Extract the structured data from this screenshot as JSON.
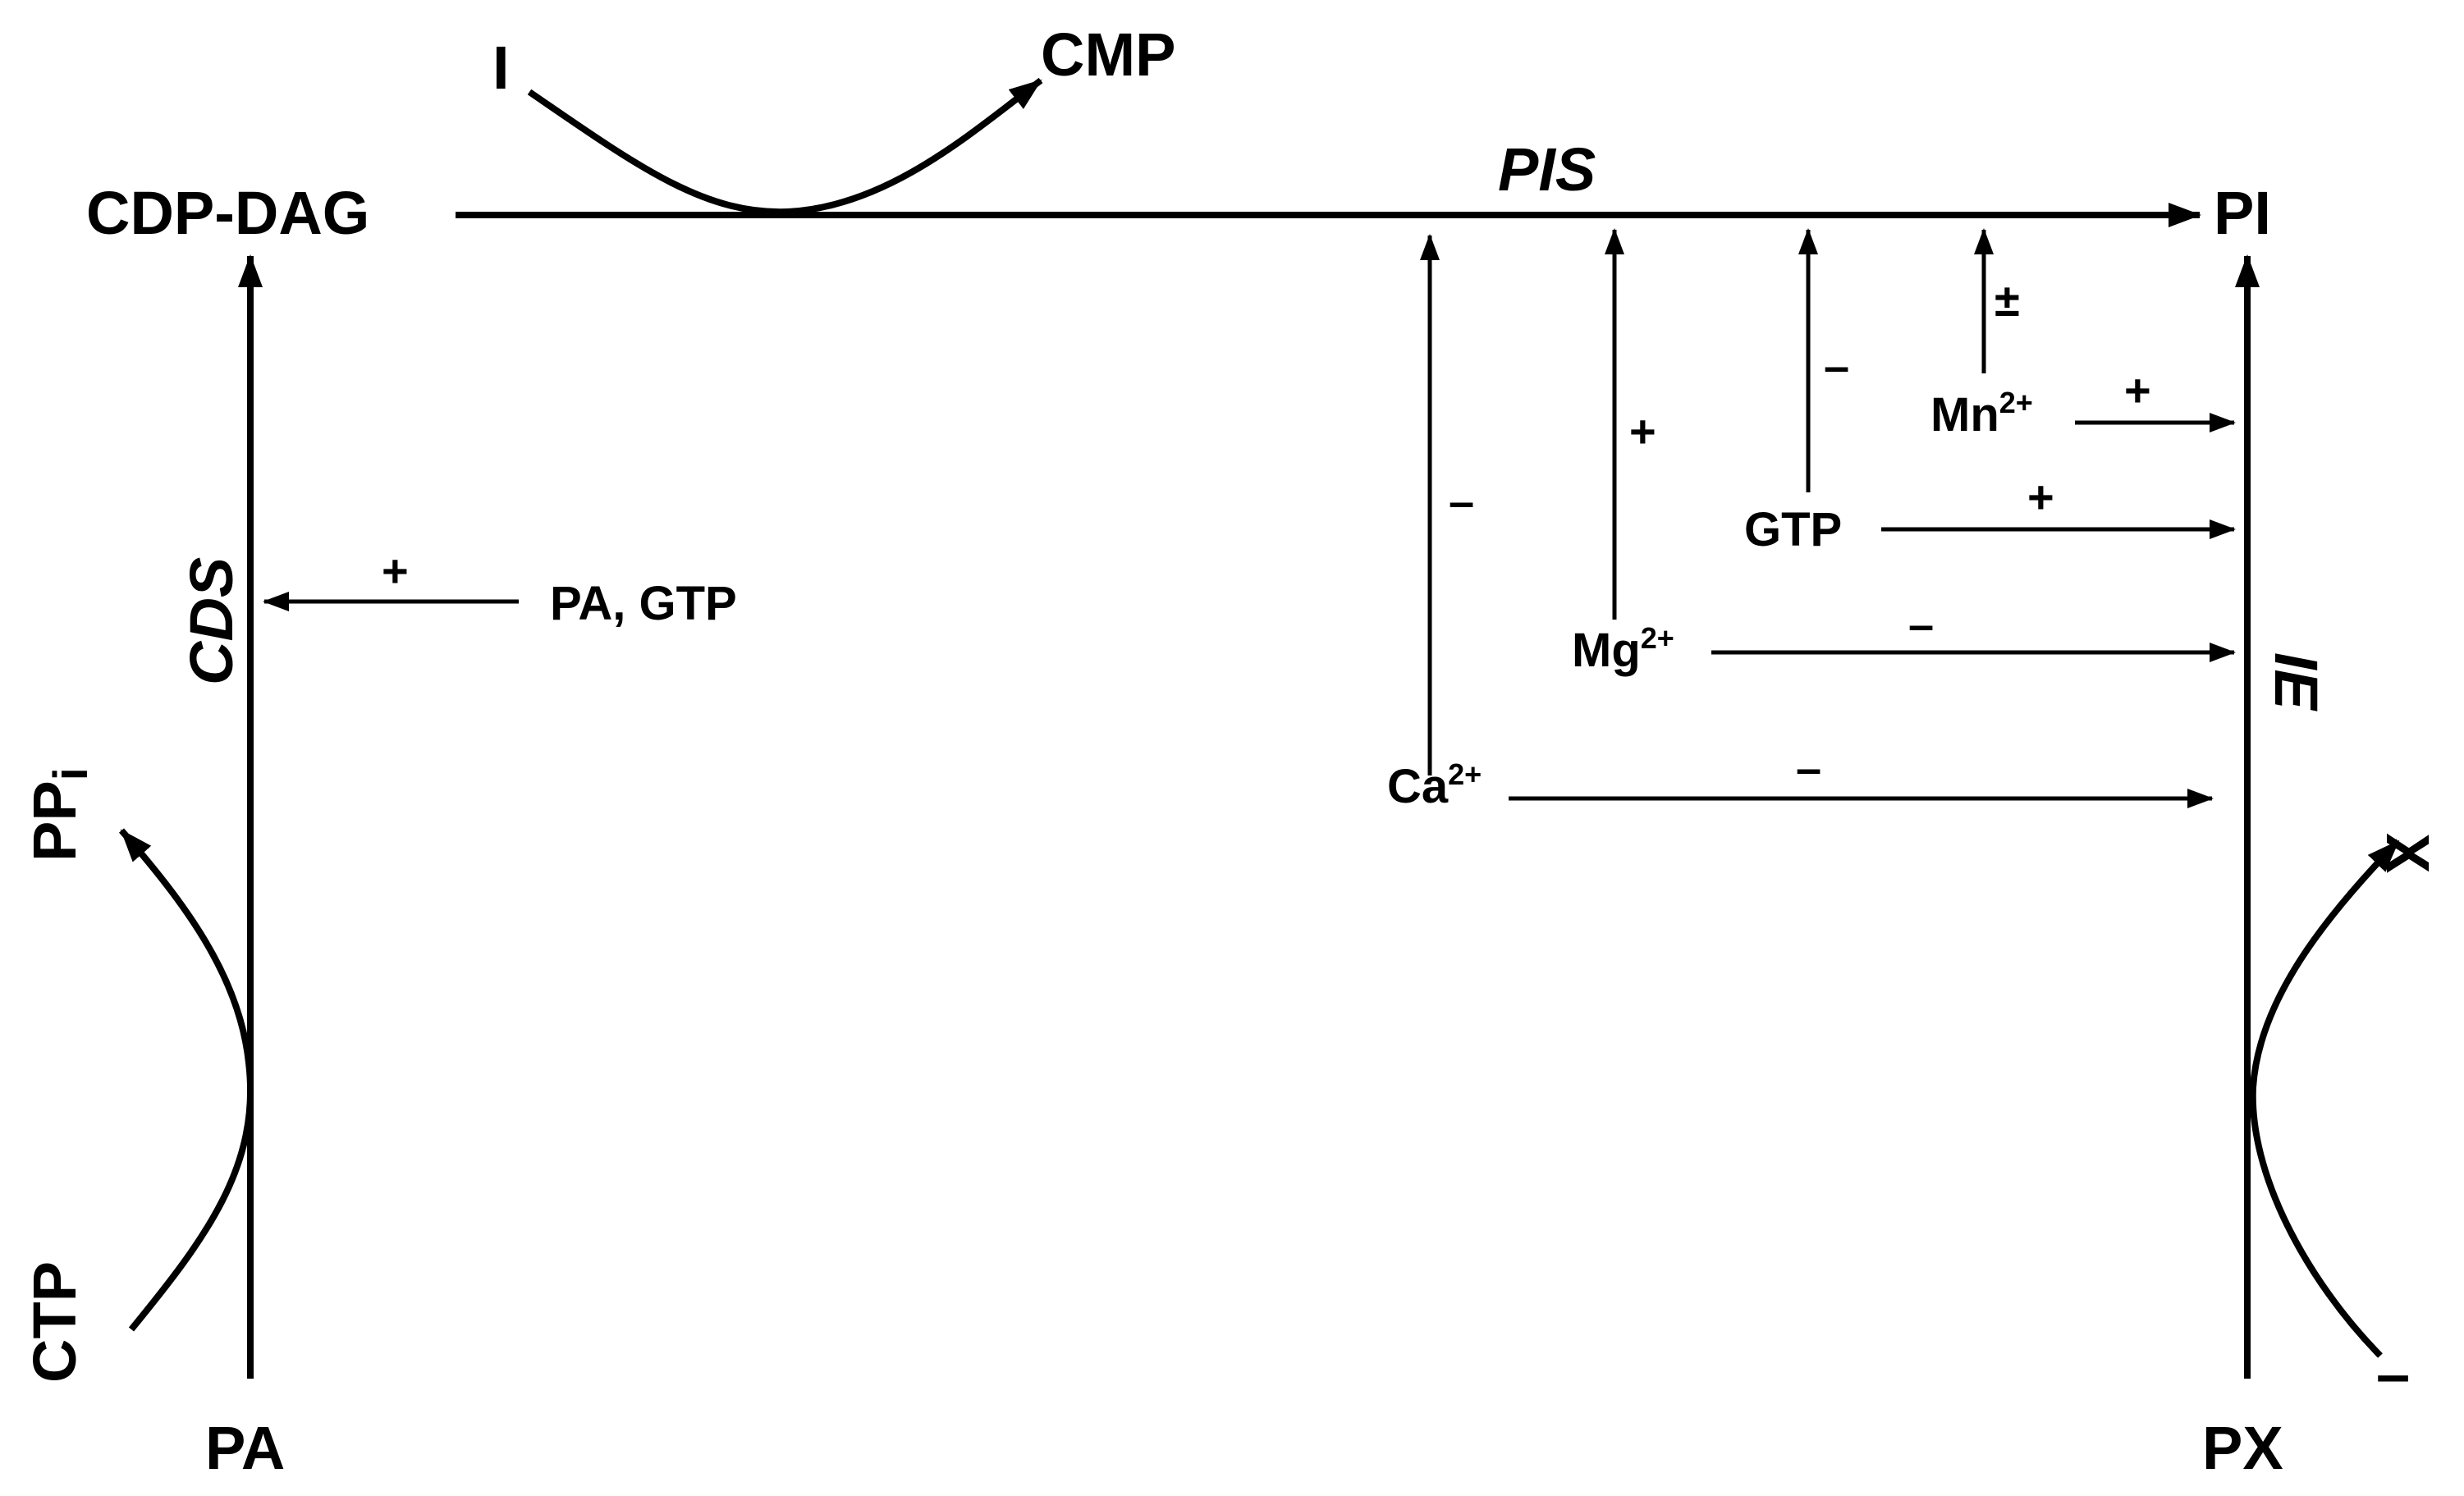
{
  "labels": {
    "cdp_dag": "CDP-DAG",
    "pi": "PI",
    "pa": "PA",
    "px": "PX",
    "inositol": "I",
    "cmp": "CMP",
    "ctp": "CTP",
    "pp": "PP",
    "pp_sub": "i",
    "x": "X",
    "minus_px": "–",
    "pis": "PIS",
    "cds": "CDS",
    "ie": "IE",
    "pa_gtp": "PA, GTP",
    "ca": "Ca",
    "ca_sup": "2+",
    "mg": "Mg",
    "mg_sup": "2+",
    "mn": "Mn",
    "mn_sup": "2+",
    "gtp": "GTP"
  },
  "signs": {
    "cds_pa_gtp": "+",
    "ca_pis": "–",
    "mg_pis": "+",
    "gtp_pis": "–",
    "mn_pis": "±",
    "mn_ie": "+",
    "gtp_ie": "+",
    "mg_ie": "–",
    "ca_ie": "–"
  }
}
